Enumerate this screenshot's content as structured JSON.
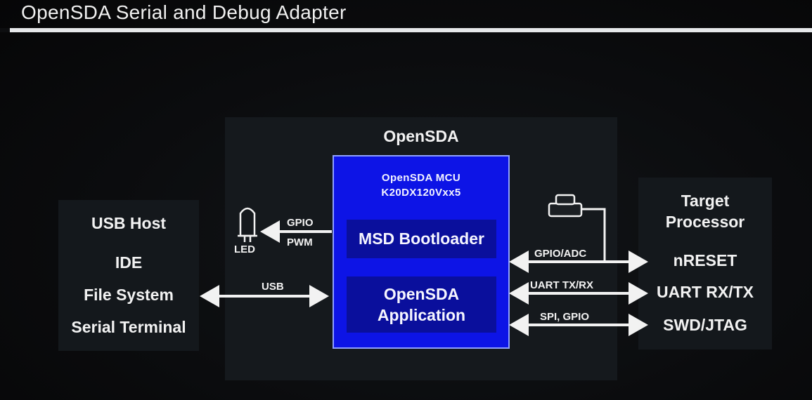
{
  "slide": {
    "title": "OpenSDA Serial and Debug Adapter"
  },
  "usb_host": {
    "heading": "USB Host",
    "items": [
      "IDE",
      "File System",
      "Serial Terminal"
    ]
  },
  "opensda": {
    "heading": "OpenSDA",
    "mcu_line1": "OpenSDA MCU",
    "mcu_line2": "K20DX120Vxx5",
    "bootloader": "MSD Bootloader",
    "app_line1": "OpenSDA",
    "app_line2": "Application"
  },
  "led": {
    "label": "LED",
    "signal_line1": "GPIO",
    "signal_line2": "PWM"
  },
  "links": {
    "usb": "USB",
    "gpio_adc": "GPIO/ADC",
    "uart": "UART TX/RX",
    "spi": "SPI, GPIO"
  },
  "target": {
    "heading_line1": "Target",
    "heading_line2": "Processor",
    "items": [
      "nRESET",
      "UART RX/TX",
      "SWD/JTAG"
    ]
  },
  "colors": {
    "mcu_fill": "#0d14e6",
    "inner_fill": "#0a0f9c",
    "panel": "#14181c",
    "arrow": "#f2f2f2"
  }
}
